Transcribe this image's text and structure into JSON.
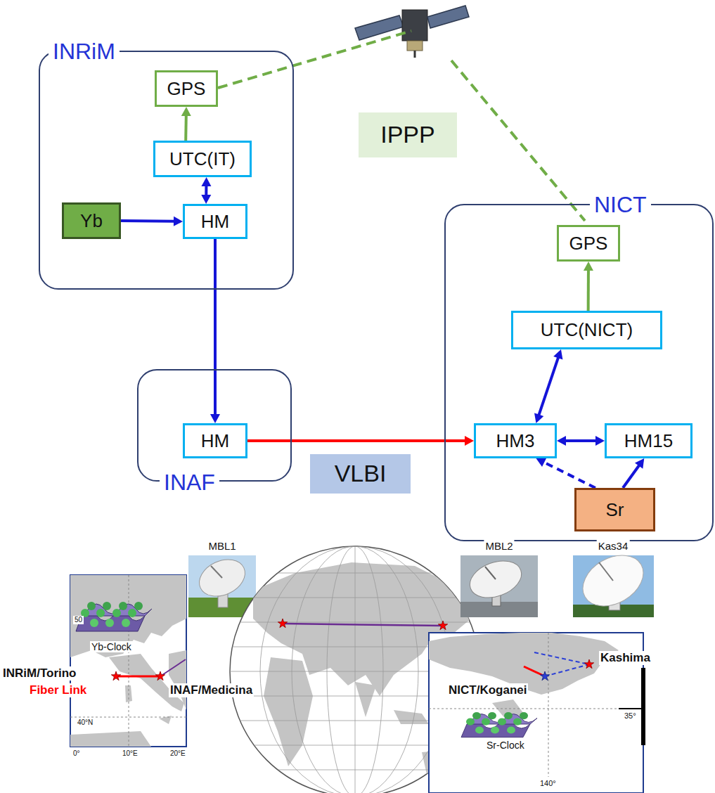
{
  "diagram": {
    "nodes": [
      {
        "text": [
          "INRiM"
        ]
      },
      {
        "text": [
          "GPS"
        ],
        "in": 0
      },
      {
        "text": [
          "UTC(IT)"
        ],
        "in": 0
      },
      {
        "text": [
          "Yb"
        ],
        "in": 0
      },
      {
        "text": [
          "HM"
        ],
        "in": 0
      },
      {
        "text": [
          "IPPP"
        ]
      },
      {
        "text": [
          "INAF"
        ]
      },
      {
        "text": [
          "HM"
        ],
        "in": 6
      },
      {
        "text": [
          "VLBI"
        ]
      },
      {
        "text": [
          "NICT"
        ]
      },
      {
        "text": [
          "GPS"
        ],
        "in": 9
      },
      {
        "text": [
          "UTC(NICT)"
        ],
        "in": 9
      },
      {
        "text": [
          "HM3"
        ],
        "in": 9
      },
      {
        "text": [
          "HM15"
        ],
        "in": 9
      },
      {
        "text": [
          "Sr"
        ],
        "in": 9
      }
    ],
    "edges": [
      {
        "from": 2,
        "to": 1,
        "arrow": "to"
      },
      {
        "from": 2,
        "to": 4,
        "arrow": "both"
      },
      {
        "from": 3,
        "to": 4,
        "arrow": "to"
      },
      {
        "from": 4,
        "to": 7,
        "arrow": "to"
      },
      {
        "from": 7,
        "to": 12,
        "arrow": "to"
      },
      {
        "from": 11,
        "to": 10,
        "arrow": "to"
      },
      {
        "from": 11,
        "to": 12,
        "arrow": "both"
      },
      {
        "from": 12,
        "to": 13,
        "arrow": "both"
      },
      {
        "from": 14,
        "to": 12,
        "arrow": "to"
      },
      {
        "from": 14,
        "to": 13,
        "arrow": "to"
      }
    ],
    "labels": [
      "MBL1",
      "MBL2",
      "Kas34",
      "Yb-Clock",
      "INRiM/Torino",
      "Fiber Link",
      "INAF/Medicina",
      "Kashima",
      "NICT/Koganei",
      "Sr-Clock",
      "50",
      "40°N",
      "0°",
      "10°E",
      "20°E",
      "35°",
      "140°"
    ]
  }
}
